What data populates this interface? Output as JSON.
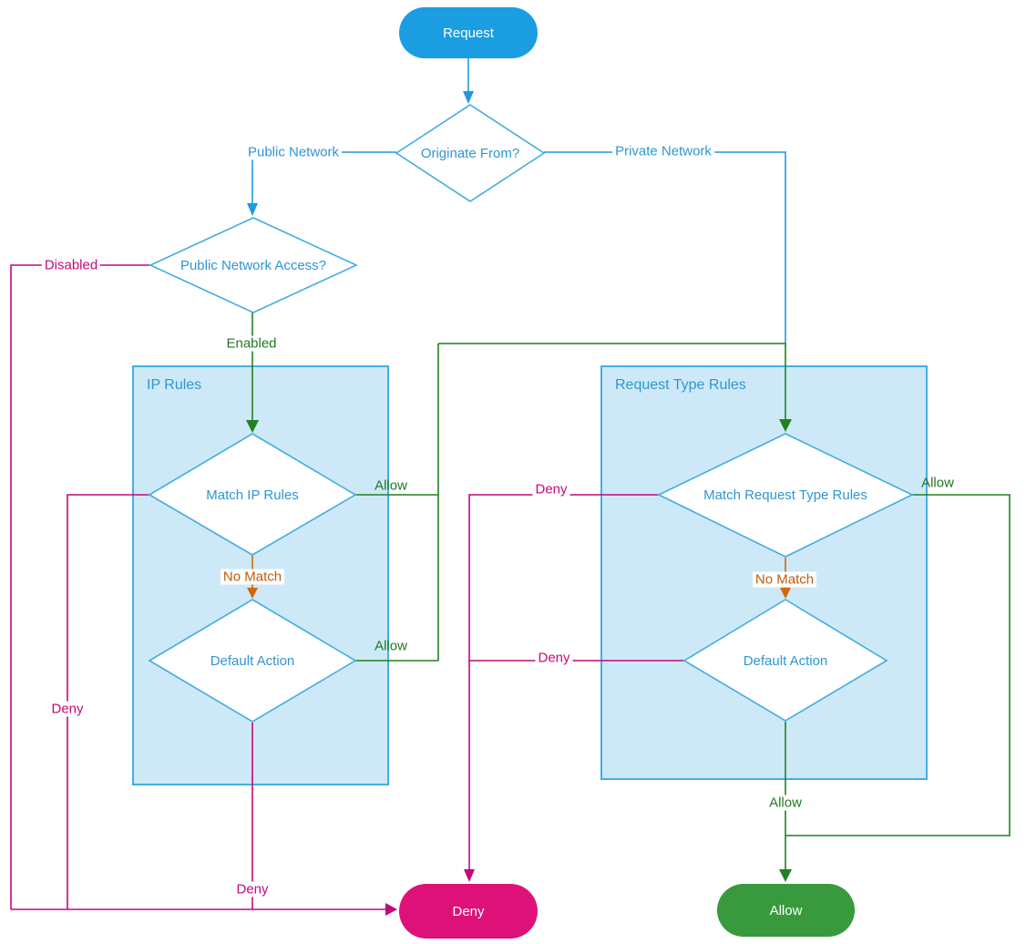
{
  "diagram": {
    "nodes": {
      "request": "Request",
      "originate_from": "Originate From?",
      "public_network_access": "Public Network Access?",
      "ip_rules_group": "IP Rules",
      "match_ip_rules": "Match IP Rules",
      "default_action_ip": "Default Action",
      "request_type_rules_group": "Request Type Rules",
      "match_request_type_rules": "Match Request Type Rules",
      "default_action_request_type": "Default Action",
      "deny_terminal": "Deny",
      "allow_terminal": "Allow"
    },
    "edge_labels": {
      "public_network": "Public Network",
      "private_network": "Private Network",
      "disabled": "Disabled",
      "enabled": "Enabled",
      "ip_match_allow": "Allow",
      "ip_no_match": "No Match",
      "ip_default_allow": "Allow",
      "ip_match_deny": "Deny",
      "ip_default_deny": "Deny",
      "rtr_match_deny": "Deny",
      "rtr_default_deny": "Deny",
      "rtr_match_allow": "Allow",
      "rtr_no_match": "No Match",
      "rtr_default_allow": "Allow"
    },
    "colors": {
      "node_blue": "#1b9de2",
      "line_blue": "#2199dd",
      "group_fill": "#cde9f7",
      "shape_border": "#41ace0",
      "line_green": "#218121",
      "node_green": "#389a3c",
      "line_magenta": "#c4077b",
      "node_magenta": "#de1179",
      "line_orange": "#d0680b",
      "text_blue": "#2e96d2"
    }
  }
}
